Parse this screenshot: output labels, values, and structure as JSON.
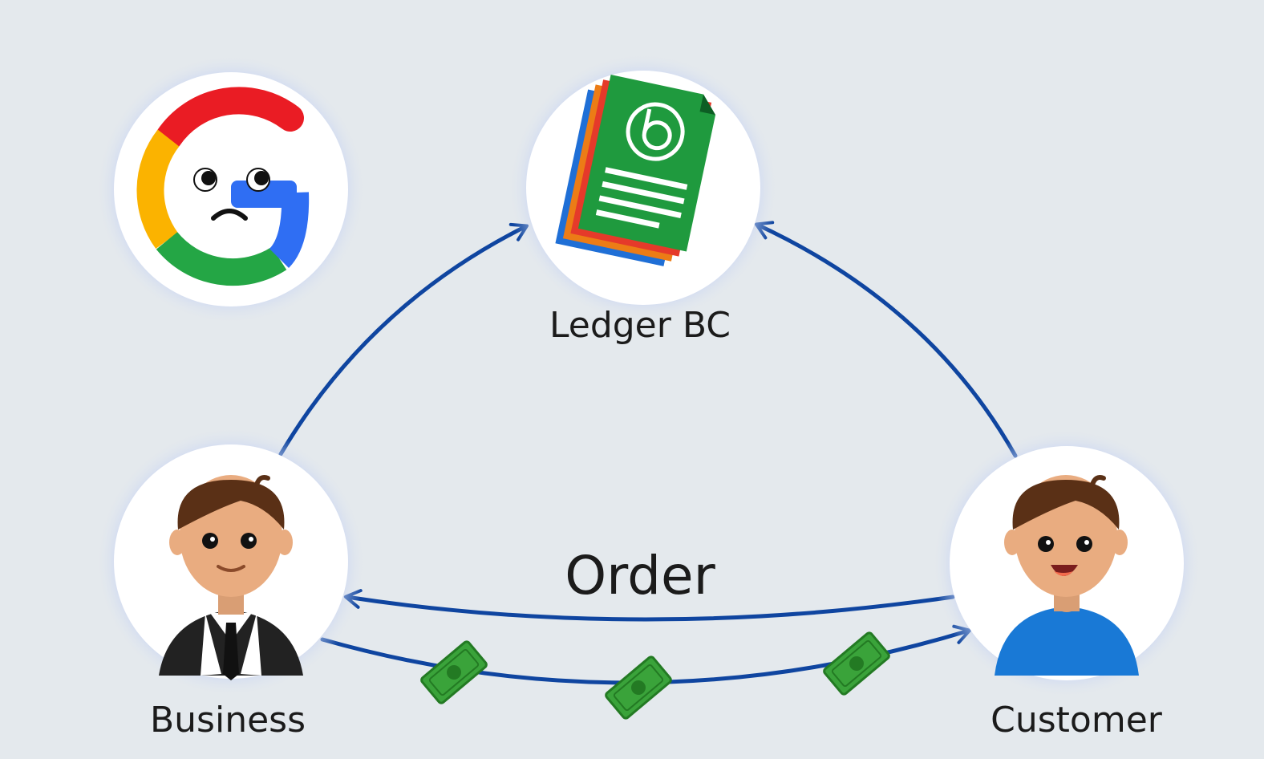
{
  "nodes": {
    "ledger": {
      "label": "Ledger BC"
    },
    "business": {
      "label": "Business"
    },
    "customer": {
      "label": "Customer"
    },
    "google": {
      "label": ""
    }
  },
  "edges": {
    "order_label": "Order"
  },
  "colors": {
    "background": "#e4e9ed",
    "arrow": "#0f45a0",
    "ledger_green": "#1f9a3e",
    "google_red": "#ea1c24",
    "google_yellow": "#fbb300",
    "google_green": "#24a645",
    "google_blue": "#2f6ef3",
    "money_green": "#3aa33a",
    "shirt_blue": "#1979d6"
  },
  "icons": [
    "sad-google-icon",
    "ledger-document-icon",
    "business-man-icon",
    "customer-man-icon",
    "money-bill-icon"
  ]
}
